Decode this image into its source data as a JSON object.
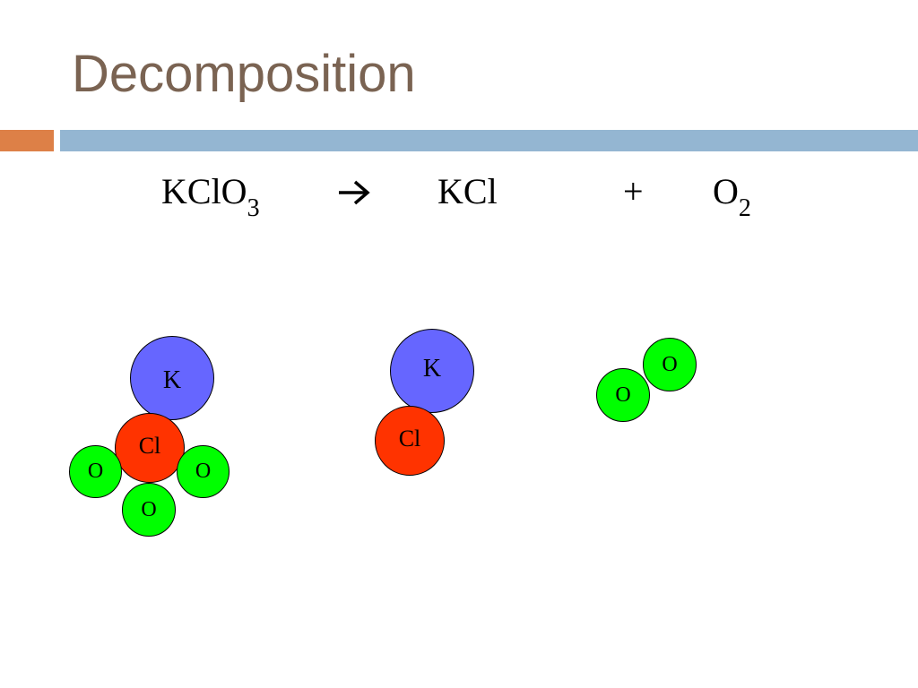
{
  "slide": {
    "title": "Decomposition",
    "title_color": "#7a6352",
    "accent_orange": "#dd8047",
    "accent_blue": "#94b6d2"
  },
  "equation": {
    "reactant": {
      "base": "KClO",
      "subscript": "3"
    },
    "arrow_icon": "right-arrow-icon",
    "product1": "KCl",
    "plus": "+",
    "product2": {
      "base": "O",
      "subscript": "2"
    }
  },
  "atom_colors": {
    "K": "#6666ff",
    "Cl": "#ff3300",
    "O": "#00ff00"
  },
  "molecules": {
    "kclo3": {
      "K": "K",
      "Cl": "Cl",
      "O1": "O",
      "O2": "O",
      "O3": "O"
    },
    "kcl": {
      "K": "K",
      "Cl": "Cl"
    },
    "o2": {
      "O1": "O",
      "O2": "O"
    }
  }
}
